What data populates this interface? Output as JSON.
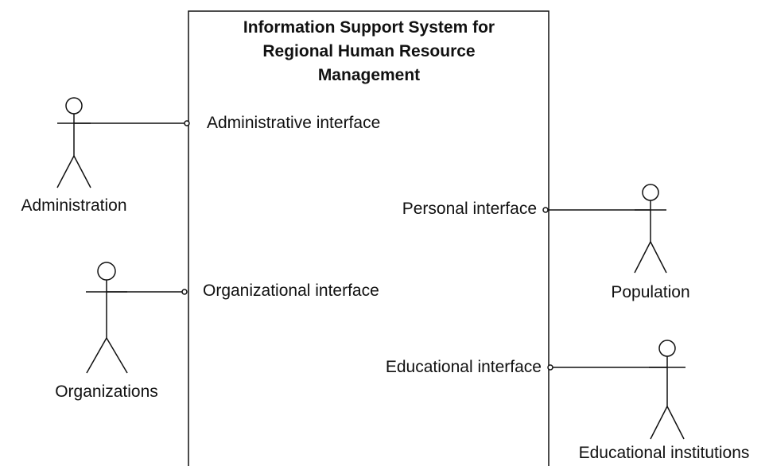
{
  "system": {
    "title_lines": [
      "Information Support System for",
      "Regional Human Resource",
      "Management"
    ]
  },
  "interfaces": {
    "administrative": "Administrative interface",
    "personal": "Personal interface",
    "organizational": "Organizational interface",
    "educational": "Educational interface"
  },
  "actors": {
    "administration": "Administration",
    "organizations": "Organizations",
    "population": "Population",
    "educational_institutions": "Educational institutions"
  },
  "colors": {
    "line": "#111111",
    "background": "#ffffff"
  }
}
